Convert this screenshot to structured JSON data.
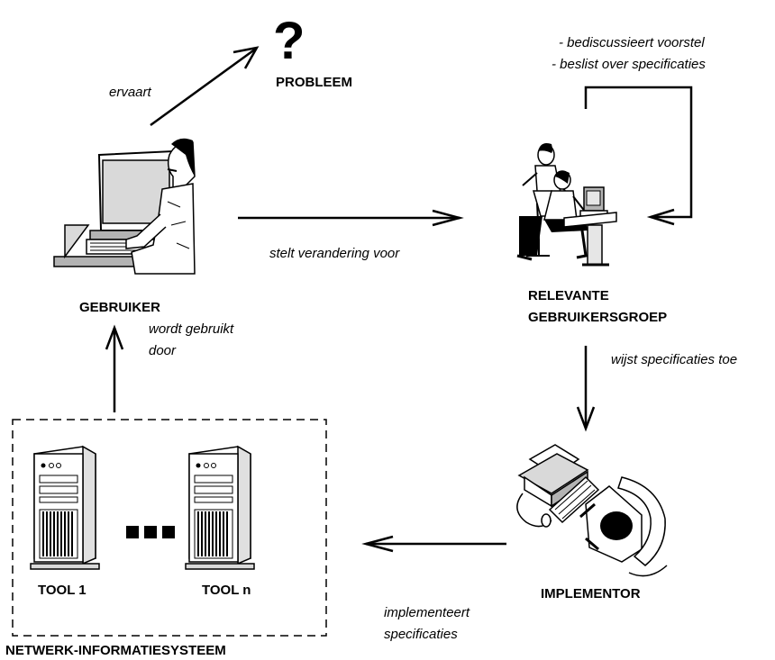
{
  "nodes": {
    "problem_mark": "?",
    "problem": "PROBLEEM",
    "user": "GEBRUIKER",
    "group_line1": "RELEVANTE",
    "group_line2": "GEBRUIKERSGROEP",
    "implementor": "IMPLEMENTOR",
    "tool1": "TOOL 1",
    "tooln": "TOOL n",
    "system": "NETWERK-INFORMATIESYSTEEM"
  },
  "edges": {
    "experiences": "ervaart",
    "proposes": "stelt verandering voor",
    "discuss": "- bediscussieert voorstel",
    "decide": "- beslist over specificaties",
    "assigns": "wijst specificaties toe",
    "implements_line1": "implementeert",
    "implements_line2": "specificaties",
    "used_by_line1": "wordt gebruikt",
    "used_by_line2": "door"
  },
  "colors": {
    "ink": "#000000",
    "skin": "#ffffff",
    "screen": "#d9d9d9",
    "desk": "#b3b3b3"
  }
}
